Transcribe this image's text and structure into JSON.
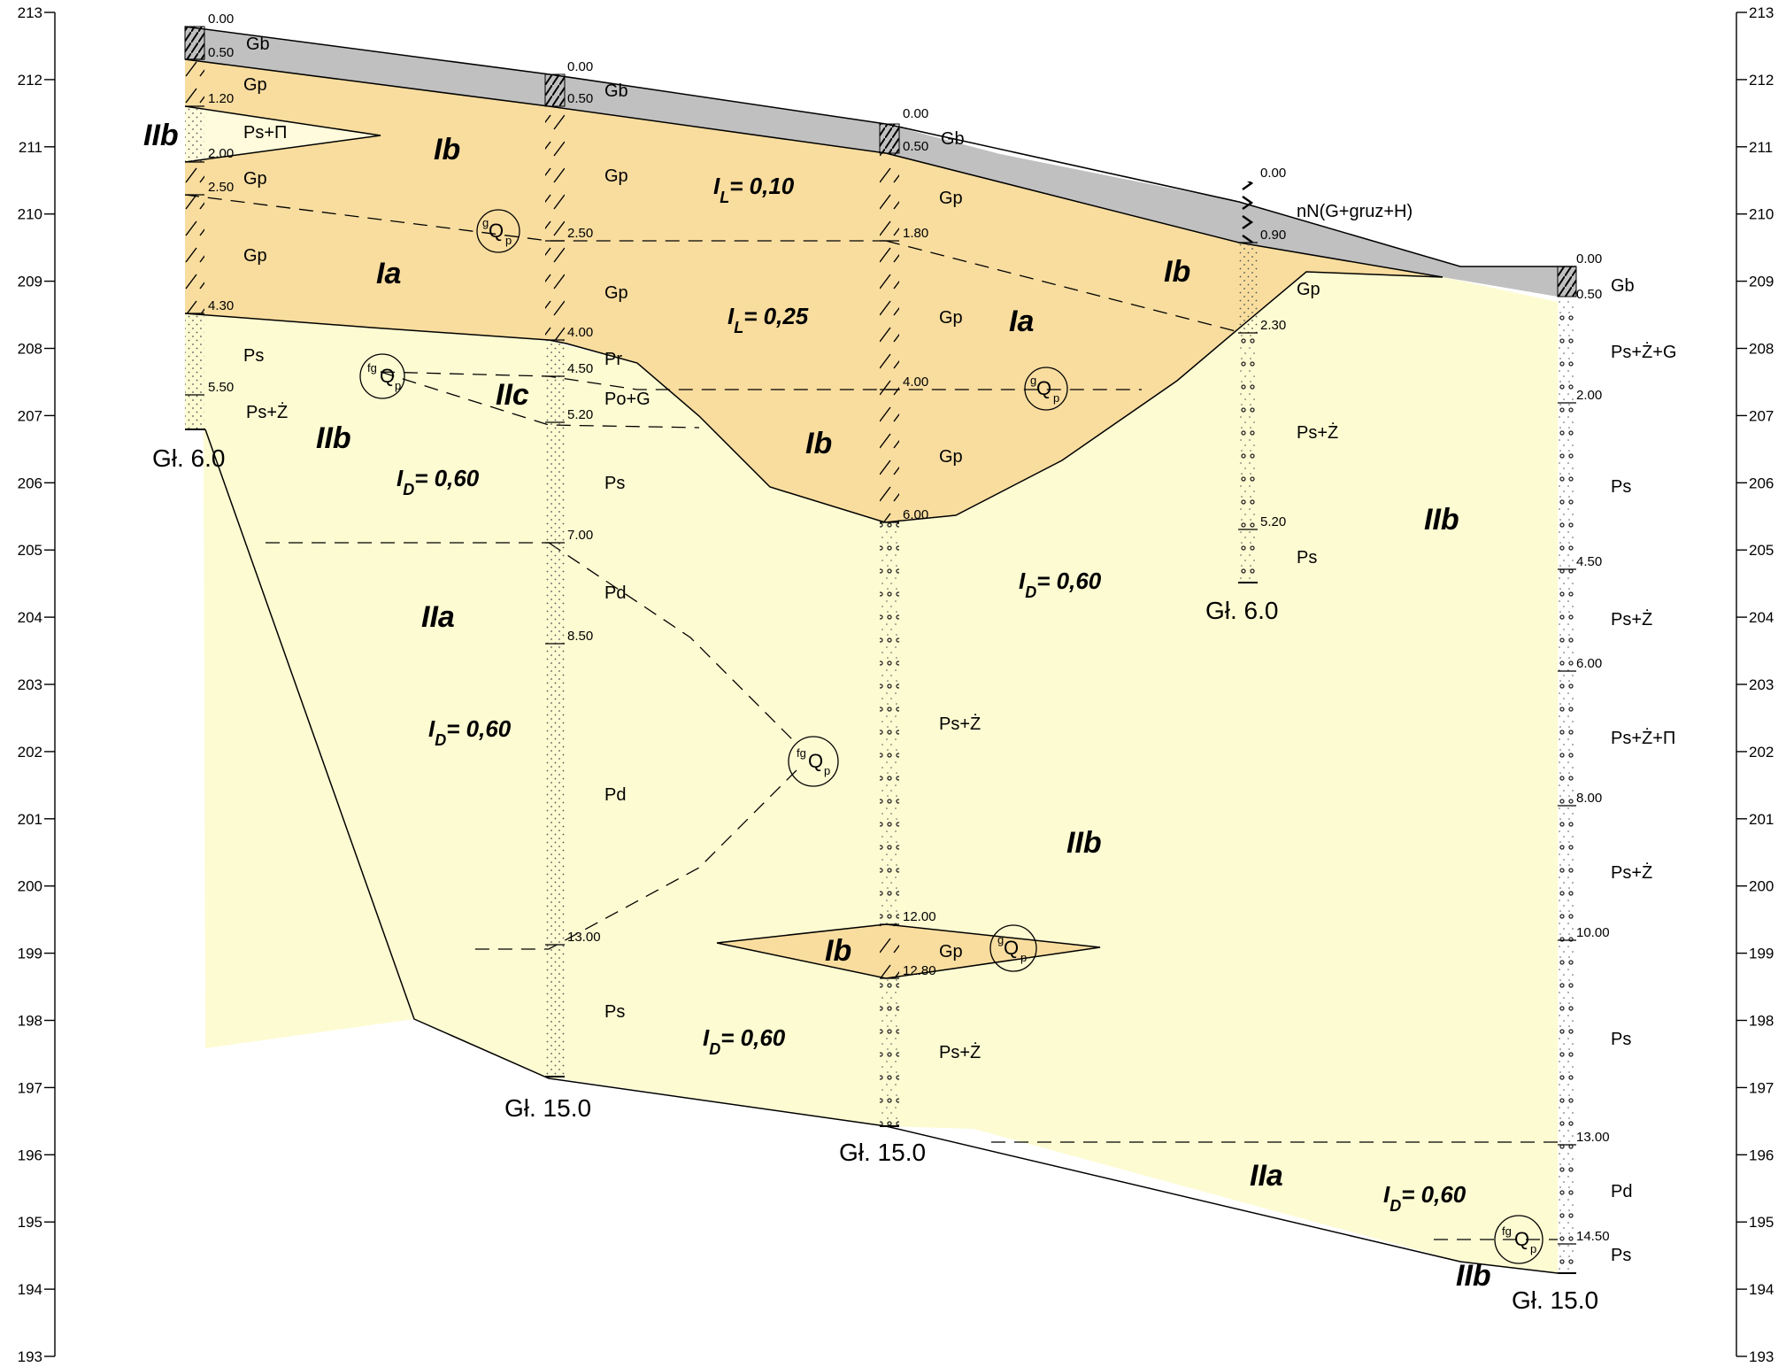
{
  "axis": {
    "min": 193,
    "max": 213,
    "ticks": [
      213,
      212,
      211,
      210,
      209,
      208,
      207,
      206,
      205,
      204,
      203,
      202,
      201,
      200,
      199,
      198,
      197,
      196,
      195,
      194,
      193
    ]
  },
  "colors": {
    "made_ground": "#c0c0c0",
    "cohesive": "#f8dd9f",
    "sand": "#fdfbd2",
    "sand_lens": "#fffbdc",
    "line": "#000000"
  },
  "boreholes": [
    {
      "id": "bh1",
      "final_depth_label": "Gł. 6.0",
      "depth_labels": [
        "0.00",
        "0.50",
        "1.20",
        "2.00",
        "2.50",
        "4.30",
        "5.50"
      ],
      "soils": [
        "Gb",
        "Gp",
        "Ps+Π",
        "Gp",
        "Gp",
        "Ps",
        "Ps+Ż"
      ]
    },
    {
      "id": "bh2",
      "final_depth_label": "Gł. 15.0",
      "depth_labels": [
        "0.00",
        "0.50",
        "2.50",
        "4.00",
        "4.50",
        "5.20",
        "7.00",
        "8.50",
        "13.00"
      ],
      "soils": [
        "Gb",
        "Gp",
        "Gp",
        "Pr",
        "Po+G",
        "Ps",
        "Pd",
        "Pd",
        "Ps"
      ]
    },
    {
      "id": "bh3",
      "final_depth_label": "Gł. 15.0",
      "depth_labels": [
        "0.00",
        "0.50",
        "1.80",
        "4.00",
        "6.00",
        "12.00",
        "12.80"
      ],
      "soils": [
        "Gb",
        "Gp",
        "Gp",
        "Gp",
        "Ps+Ż",
        "Gp",
        "Ps+Ż"
      ]
    },
    {
      "id": "bh4",
      "final_depth_label": "Gł. 6.0",
      "depth_labels": [
        "0.00",
        "0.90",
        "2.30",
        "5.20"
      ],
      "soils": [
        "nN(G+gruz+H)",
        "Gp",
        "Ps+Ż",
        "Ps"
      ]
    },
    {
      "id": "bh5",
      "final_depth_label": "Gł. 15.0",
      "depth_labels": [
        "0.00",
        "0.50",
        "2.00",
        "4.50",
        "6.00",
        "8.00",
        "10.00",
        "13.00",
        "14.50"
      ],
      "soils": [
        "Gb",
        "Ps+Ż+G",
        "Ps",
        "Ps+Ż",
        "Ps+Ż+Π",
        "Ps+Ż",
        "Ps",
        "Pd",
        "Ps"
      ]
    }
  ],
  "layer_labels": [
    "IIb",
    "Ib",
    "Ia",
    "IIb",
    "IIc",
    "IIa",
    "Ib",
    "Ia",
    "Ib",
    "IIb",
    "IIb",
    "Ib",
    "IIa",
    "IIb"
  ],
  "parameters": {
    "il_010": "= 0,10",
    "il_025": "= 0,25",
    "id_060": "= 0,60",
    "il_symbol": "I",
    "il_sub": "L",
    "id_symbol": "I",
    "id_sub": "D"
  },
  "stratigraphy": {
    "glacial": {
      "sup": "g",
      "main": "Q",
      "sub": "p"
    },
    "fluvioglacial": {
      "sup": "fg",
      "main": "Q",
      "sub": "p"
    }
  }
}
